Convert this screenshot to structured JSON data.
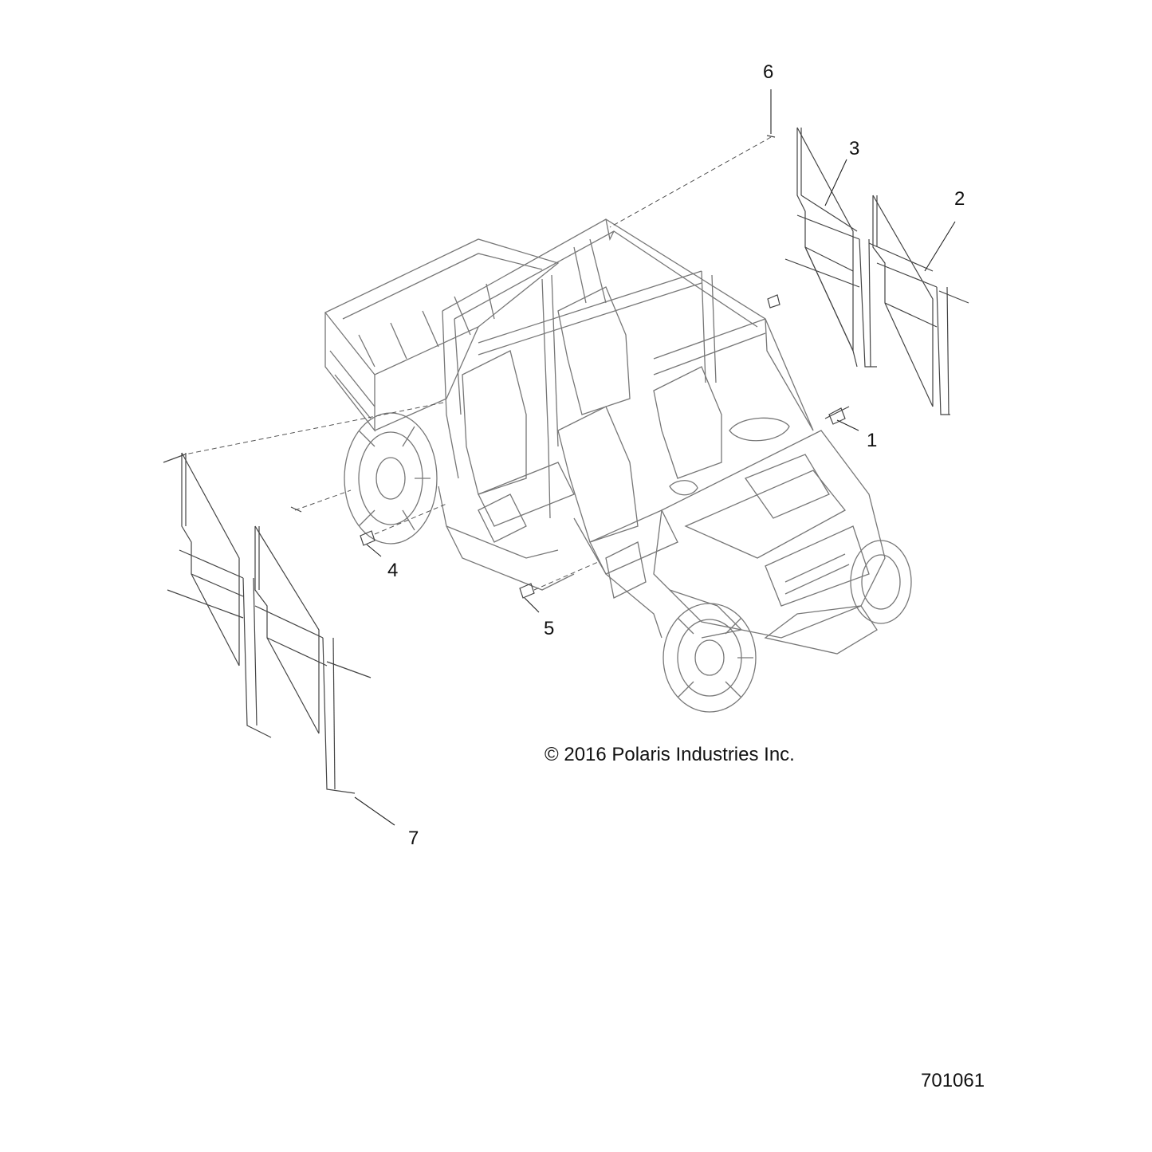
{
  "callouts": [
    {
      "id": "1",
      "label": "1"
    },
    {
      "id": "2",
      "label": "2"
    },
    {
      "id": "3",
      "label": "3"
    },
    {
      "id": "4",
      "label": "4"
    },
    {
      "id": "5",
      "label": "5"
    },
    {
      "id": "6",
      "label": "6"
    },
    {
      "id": "7",
      "label": "7"
    }
  ],
  "copyright": "© 2016 Polaris Industries Inc.",
  "figure_number": "701061",
  "colors": {
    "line": "#777777",
    "text": "#111111",
    "background": "#ffffff"
  }
}
